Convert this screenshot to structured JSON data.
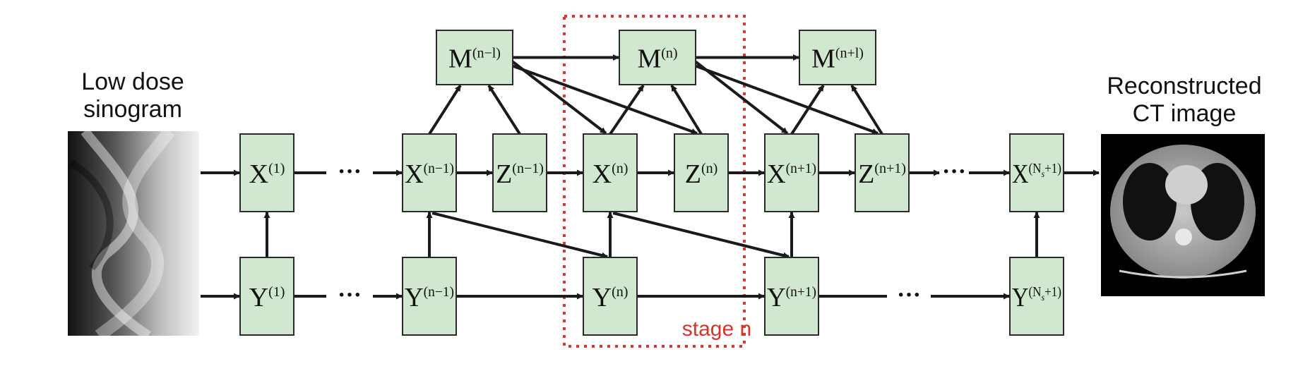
{
  "input": {
    "label_line1": "Low dose",
    "label_line2": "sinogram"
  },
  "output": {
    "label_line1": "Reconstructed",
    "label_line2": "CT image"
  },
  "stage_label": "stage n",
  "ellipsis": "···",
  "colors": {
    "box_fill": "#d1e7cf",
    "box_stroke": "#2a2a2a",
    "arrow": "#1a1a1a",
    "stage_border": "#e0332e",
    "stage_text": "#d9342b"
  },
  "nodes": {
    "x1": {
      "base": "X",
      "sup": "(1)"
    },
    "xnm1": {
      "base": "X",
      "sup": "(n−1)"
    },
    "znm1": {
      "base": "Z",
      "sup": "(n−1)"
    },
    "xn": {
      "base": "X",
      "sup": "(n)"
    },
    "zn": {
      "base": "Z",
      "sup": "(n)"
    },
    "xnp1": {
      "base": "X",
      "sup": "(n+1)"
    },
    "znp1": {
      "base": "Z",
      "sup": "(n+1)"
    },
    "xNs": {
      "base": "X",
      "sup": "(N",
      "sub": "s",
      "sup2": "+1)"
    },
    "y1": {
      "base": "Y",
      "sup": "(1)"
    },
    "ynm1": {
      "base": "Y",
      "sup": "(n−1)"
    },
    "yn": {
      "base": "Y",
      "sup": "(n)"
    },
    "ynp1": {
      "base": "Y",
      "sup": "(n+1)"
    },
    "yNs": {
      "base": "Y",
      "sup": "(N",
      "sub": "s",
      "sup2": "+1)"
    },
    "mnm1": {
      "base": "M",
      "sup": "(n−l)"
    },
    "mn": {
      "base": "M",
      "sup": "(n)"
    },
    "mnp1": {
      "base": "M",
      "sup": "(n+l)"
    }
  }
}
